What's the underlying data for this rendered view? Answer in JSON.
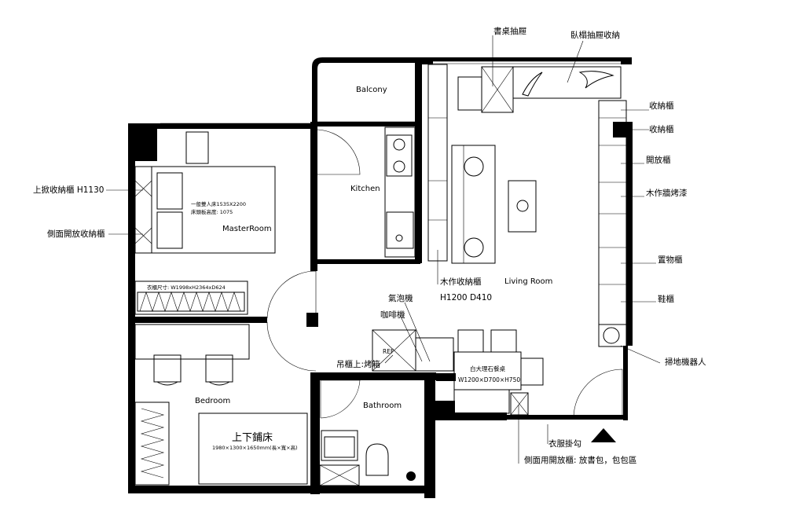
{
  "rooms": {
    "balcony": "Balcony",
    "kitchen": "Kitchen",
    "master": "MasterRoom",
    "living": "Living Room",
    "bedroom": "Bedroom",
    "bathroom": "Bathroom"
  },
  "furniture": {
    "master_bed_spec": "一般雙人床1535X2200",
    "master_bed_height": "床頭板高度: 1075",
    "wardrobe_dims": "衣櫃尺寸: W1998xH2364xD624",
    "bunk_bed": "上下鋪床",
    "bunk_bed_dims": "1980×1300×1650mm(長×寬×高)",
    "fridge": "REF",
    "dining_table": "白大理石餐桌",
    "dining_dims": "W1200×D700×H750"
  },
  "callouts": {
    "desk_drawer": "書桌抽屜",
    "bed_drawer": "臥榻抽屜收納",
    "storage1": "收納櫃",
    "storage2": "收納櫃",
    "open_cabinet": "開放櫃",
    "wood_grain": "木作牆烤漆",
    "display": "置物櫃",
    "shoe": "鞋櫃",
    "robot": "掃地機器人",
    "lift_storage": "上掀收納櫃 H1130",
    "side_open": "側面開放收納櫃",
    "wood_storage": "木作收納櫃",
    "wood_dims": "H1200 D410",
    "bubble": "氣泡機",
    "coffee": "咖啡機",
    "oven": "吊櫃上:烤箱",
    "coat_hook": "衣服掛勾",
    "side_bag": "側面用開放櫃: 放書包，包包區"
  }
}
